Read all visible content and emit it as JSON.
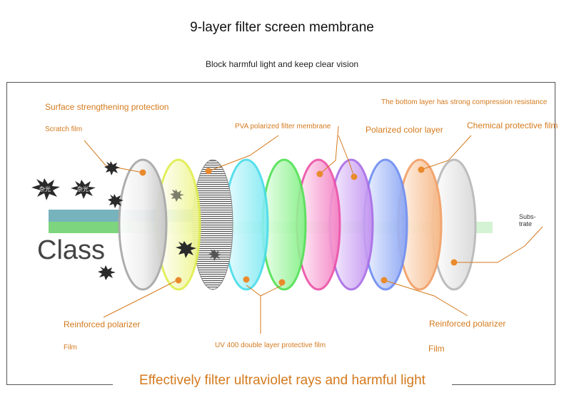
{
  "header": {
    "title": "9-layer filter screen membrane",
    "subtitle": "Block harmful light and keep clear vision"
  },
  "labels": {
    "surface": "Surface strengthening protection",
    "scratch": "Scratch film",
    "pva": "PVA polarized filter membrane",
    "polarized_color": "Polarized color layer",
    "bottom_layer": "The bottom layer has strong compression resistance",
    "chemical": "Chemical protective film",
    "substrate": "Subs-\ntrate",
    "reinforced_left": "Reinforced polarizer",
    "film_left": "Film",
    "uv400": "UV 400 double layer protective film",
    "reinforced_right": "Reinforced polarizer",
    "film_right": "Film"
  },
  "overlay_word": "Class",
  "burst_text": "杂光",
  "footer": {
    "caption": "Effectively filter ultraviolet rays and harmful light"
  },
  "colors": {
    "accent": "#d47a1e",
    "lens_gray": "#b9b9b9",
    "lens_yellow": "#e6f266",
    "lens_cyan": "#5fe3ef",
    "lens_green": "#69e86b",
    "lens_pink": "#ef62b0",
    "lens_violet": "#b176e6",
    "lens_blue": "#6f8ef0",
    "lens_orange": "#f2a86f",
    "lens_white": "#c8c8c8"
  }
}
